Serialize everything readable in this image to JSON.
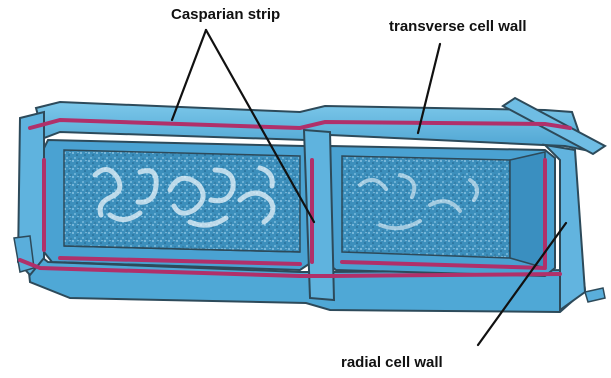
{
  "labels": {
    "casparian_strip": "Casparian strip",
    "transverse_cell_wall": "transverse cell wall",
    "radial_cell_wall": "radial cell wall"
  },
  "colors": {
    "cell_wall": "#5fb7e0",
    "cell_wall_dark": "#3f93c2",
    "outline": "#2d4a5a",
    "casparian_strip": "#b0306a",
    "cytoplasm": "#3f93bf"
  },
  "structure": {
    "cells": [
      "left-cell",
      "right-cell"
    ]
  }
}
